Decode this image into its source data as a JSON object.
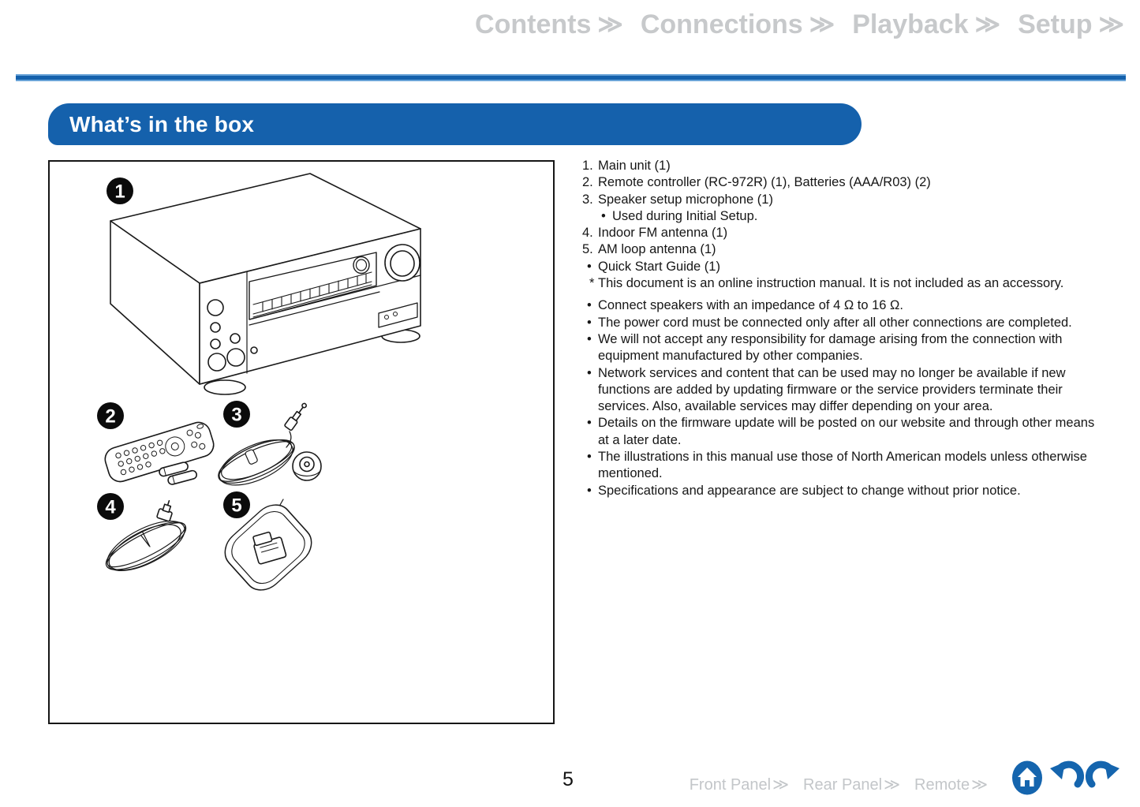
{
  "nav": {
    "chevron": "≫",
    "items": [
      "Contents",
      "Connections",
      "Playback",
      "Setup"
    ]
  },
  "header": {
    "title": "What’s in the box"
  },
  "diagram": {
    "badges": [
      "1",
      "2",
      "3",
      "4",
      "5"
    ]
  },
  "packing_list": [
    {
      "marker": "1.",
      "text": "Main unit (1)"
    },
    {
      "marker": "2.",
      "text": "Remote controller (RC-972R) (1), Batteries (AAA/R03) (2)"
    },
    {
      "marker": "3.",
      "text": "Speaker setup microphone (1)"
    },
    {
      "marker": "•",
      "text": "Used during Initial Setup."
    },
    {
      "marker": "4.",
      "text": "Indoor FM antenna (1)"
    },
    {
      "marker": "5.",
      "text": "AM loop antenna (1)"
    },
    {
      "marker": "•",
      "text": "Quick Start Guide (1)"
    },
    {
      "marker": "*",
      "text": "This document is an online instruction manual. It is not included as an accessory."
    }
  ],
  "notes": [
    {
      "marker": "•",
      "text": "Connect speakers with an impedance of 4 Ω to 16 Ω."
    },
    {
      "marker": "•",
      "text": "The power cord must be connected only after all other connections are completed."
    },
    {
      "marker": "•",
      "text": "We will not accept any responsibility for damage arising from the connection with equipment manufactured by other companies."
    },
    {
      "marker": "•",
      "text": "Network services and content that can be used may no longer be available if new functions are added by updating firmware or the service providers terminate their services. Also, available services may differ depending on your area."
    },
    {
      "marker": "•",
      "text": "Details on the firmware update will be posted on our website and through other means at a later date."
    },
    {
      "marker": "•",
      "text": "The illustrations in this manual use those of North American models unless otherwise mentioned."
    },
    {
      "marker": "•",
      "text": "Specifications and appearance are subject to change without prior notice."
    }
  ],
  "footer": {
    "page_number": "5",
    "chevron": "≫",
    "links": [
      "Front Panel",
      "Rear Panel",
      "Remote"
    ],
    "icons": [
      "home-icon",
      "undo-icon",
      "redo-icon"
    ]
  },
  "colors": {
    "accent_blue": "#1561ac",
    "rule_light_blue": "#6aa4d8",
    "nav_gray": "#c7c9cb",
    "footer_gray": "#c3c6c9",
    "text_black": "#161616"
  }
}
